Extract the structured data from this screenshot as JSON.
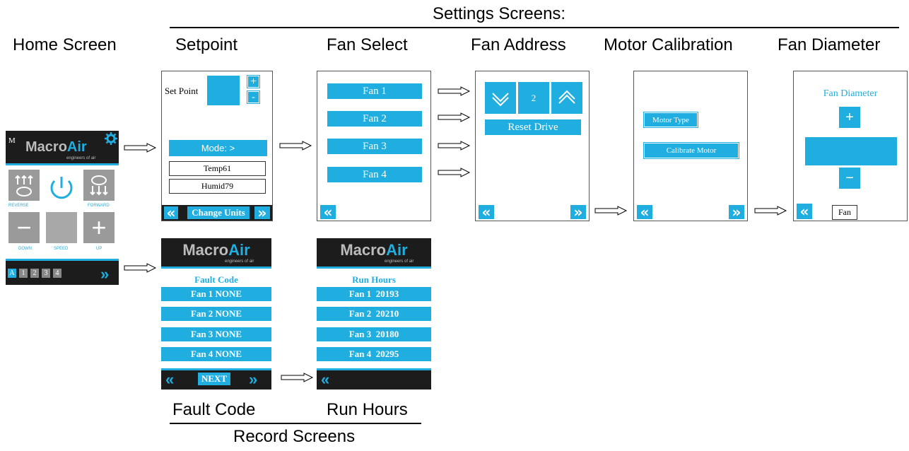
{
  "headers": {
    "settings": "Settings Screens:",
    "home": "Home Screen",
    "setpoint": "Setpoint",
    "fan_select": "Fan Select",
    "fan_address": "Fan Address",
    "motor_calibration": "Motor Calibration",
    "fan_diameter": "Fan Diameter",
    "fault_code": "Fault Code",
    "run_hours": "Run Hours",
    "record": "Record Screens"
  },
  "home": {
    "m": "M",
    "logo_a": "Macro",
    "logo_b": "Air",
    "tagline": "engineers of air",
    "reverse": "REVERSE",
    "forward": "FORWARD",
    "down": "DOWN",
    "speed": "SPEED",
    "up": "UP",
    "tabs": [
      "A",
      "1",
      "2",
      "3",
      "4"
    ],
    "accent": "#20aee0"
  },
  "setpoint": {
    "label": "Set Point",
    "plus": "+",
    "minus": "-",
    "mode": "Mode: >",
    "temp": "Temp61",
    "humid": "Humid79",
    "change_units": "Change Units"
  },
  "fan_select": {
    "fans": [
      "Fan 1",
      "Fan 2",
      "Fan 3",
      "Fan 4"
    ]
  },
  "fan_address": {
    "value": "2",
    "reset": "Reset Drive"
  },
  "motor_calibration": {
    "motor_type": "Motor Type",
    "calibrate": "Calibrate Motor"
  },
  "fan_diameter": {
    "title": "Fan Diameter",
    "plus": "+",
    "minus": "−",
    "field": "Fan"
  },
  "fault_code": {
    "title": "Fault Code",
    "rows": [
      "Fan 1 NONE",
      "Fan 2 NONE",
      "Fan 3 NONE",
      "Fan 4 NONE"
    ],
    "next": "NEXT"
  },
  "run_hours": {
    "title": "Run Hours",
    "rows": [
      "Fan 1  20193",
      "Fan 2  20210",
      "Fan 3  20180",
      "Fan 4  20295"
    ]
  }
}
